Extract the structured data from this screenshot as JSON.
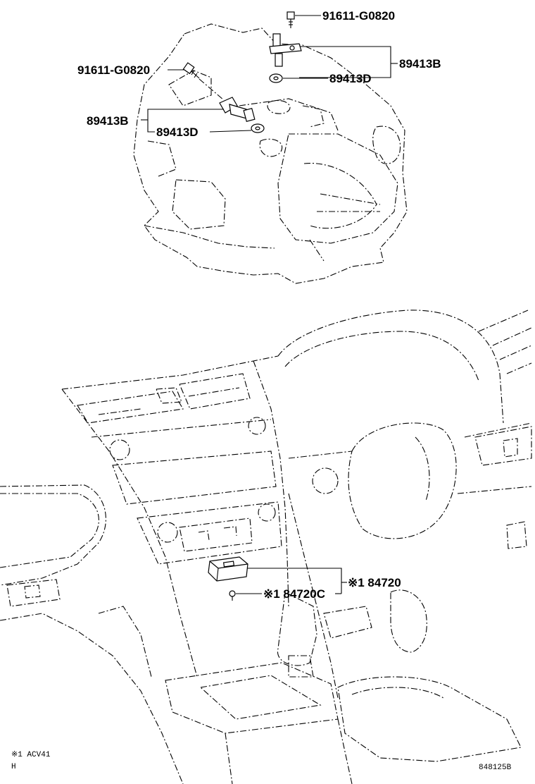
{
  "labels": {
    "bolt_top": "91611-G0820",
    "bolt_left": "91611-G0820",
    "sensor_right": "89413B",
    "washer_right": "89413D",
    "sensor_left": "89413B",
    "washer_left": "89413D",
    "switch": "※1 84720",
    "switch_screw": "※1 84720C"
  },
  "footnote": {
    "line1": "※1 ACV41",
    "line2": "H"
  },
  "drawing_code": "848125B"
}
